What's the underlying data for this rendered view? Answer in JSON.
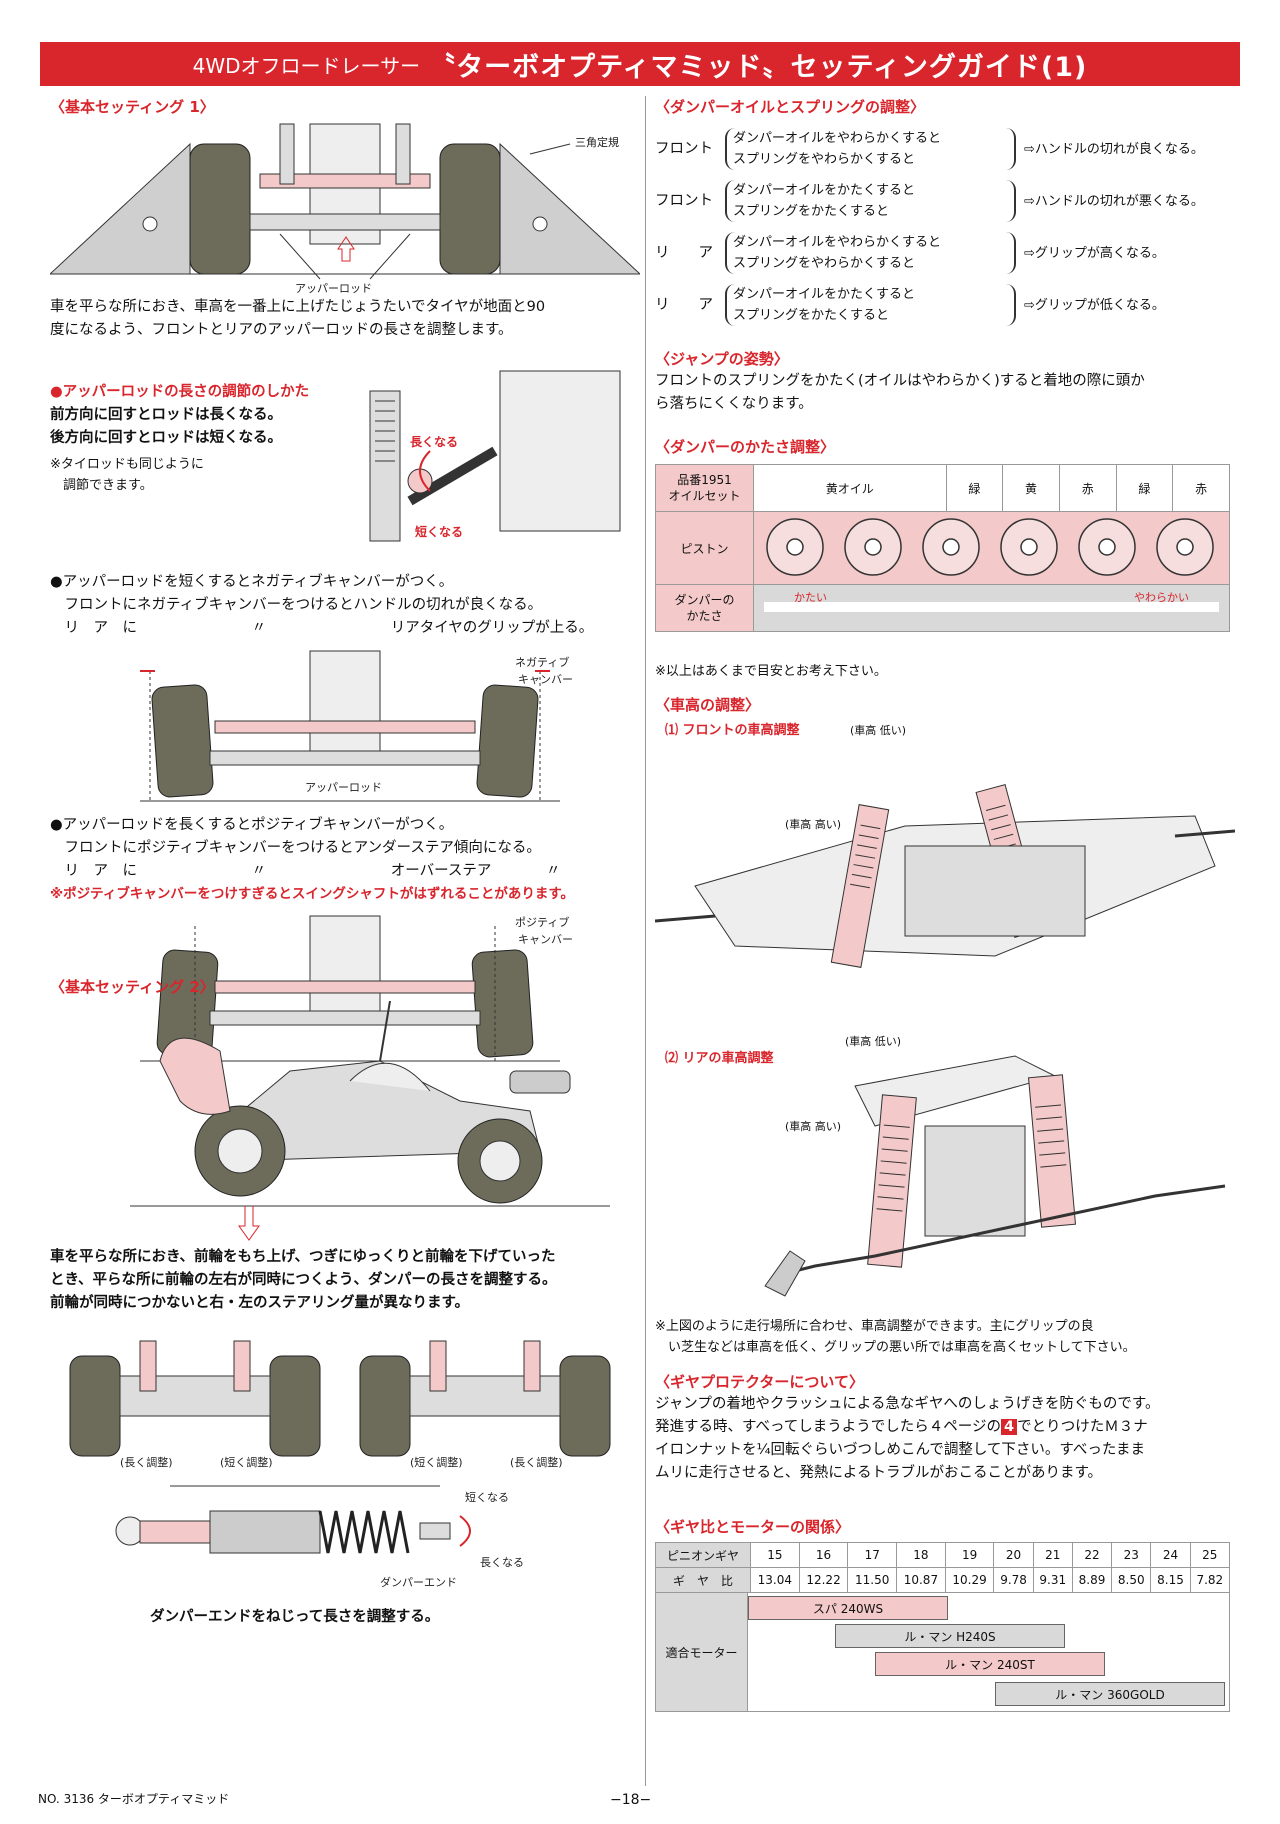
{
  "banner": {
    "prefix": "4WDオフロードレーサー",
    "title": "〝ターボオプティマミッド〟セッティングガイド(1)"
  },
  "left": {
    "basic1": {
      "heading": "〈基本セッティング 1〉",
      "label_triangle": "三角定規",
      "label_upper_rod": "アッパーロッド",
      "body": [
        "車を平らな所におき、車高を一番上に上げたじょうたいでタイヤが地面と90",
        "度になるよう、フロントとリアのアッパーロッドの長さを調整します。"
      ],
      "adjust_heading": "●アッパーロッドの長さの調節のしかた",
      "adjust_lines": [
        "前方向に回すとロッドは長くなる。",
        "後方向に回すとロッドは短くなる。"
      ],
      "note_lines": [
        "※タイロッドも同じように",
        "　調節できます。"
      ],
      "label_long": "長くなる",
      "label_short": "短くなる"
    },
    "negative": {
      "lines": [
        "●アッパーロッドを短くするとネガティブキャンバーがつく。",
        "　フロントにネガティブキャンバーをつけるとハンドルの切れが良くなる。"
      ],
      "rear_a": "　リ　ア　に",
      "rear_ditto": "〃",
      "rear_b": "リアタイヤのグリップが上る。",
      "label_camber": [
        "ネガティブ",
        "キャンバー"
      ],
      "label_upper_rod": "アッパーロッド"
    },
    "positive": {
      "lines": [
        "●アッパーロッドを長くするとポジティブキャンバーがつく。",
        "　フロントにポジティブキャンバーをつけるとアンダーステア傾向になる。"
      ],
      "rear_a": "　リ　ア　に",
      "rear_ditto": "〃",
      "rear_b": "オーバーステア",
      "rear_ditto2": "〃",
      "warning": "※ポジティブキャンバーをつけすぎるとスイングシャフトがはずれることがあります。",
      "label_camber": [
        "ポジティブ",
        "キャンバー"
      ]
    },
    "basic2": {
      "heading": "〈基本セッティング 2〉",
      "body": [
        "車を平らな所におき、前輪をもち上げ、つぎにゆっくりと前輪を下げていった",
        "とき、平らな所に前輪の左右が同時につくよう、ダンパーの長さを調整する。",
        "前輪が同時につかないと右・左のステアリング量が異なります。"
      ],
      "adj_labels": [
        "(長く調整)",
        "(短く調整)",
        "(短く調整)",
        "(長く調整)"
      ],
      "label_shorter": "短くなる",
      "label_longer": "長くなる",
      "label_end": "ダンパーエンド",
      "caption": "ダンパーエンドをねじって長さを調整する。"
    }
  },
  "right": {
    "oil": {
      "heading": "〈ダンパーオイルとスプリングの調整〉",
      "rows": [
        {
          "pos": "フロント",
          "a": "ダンパーオイルをやわらかくすると",
          "b": "スプリングをやわらかくすると",
          "result": "⇨ハンドルの切れが良くなる。"
        },
        {
          "pos": "フロント",
          "a": "ダンパーオイルをかたくすると",
          "b": "スプリングをかたくすると",
          "result": "⇨ハンドルの切れが悪くなる。"
        },
        {
          "pos": "リ　　ア",
          "a": "ダンパーオイルをやわらかくすると",
          "b": "スプリングをやわらかくすると",
          "result": "⇨グリップが高くなる。"
        },
        {
          "pos": "リ　　ア",
          "a": "ダンパーオイルをかたくすると",
          "b": "スプリングをかたくすると",
          "result": "⇨グリップが低くなる。"
        }
      ]
    },
    "jump": {
      "heading": "〈ジャンプの姿勢〉",
      "body": [
        "フロントのスプリングをかたく(オイルはやわらかく)すると着地の際に頭か",
        "ら落ちにくくなります。"
      ]
    },
    "hardness": {
      "heading": "〈ダンパーのかたさ調整〉",
      "row1_label": [
        "品番1951",
        "オイルセット"
      ],
      "oils": [
        "黄オイル",
        "緑",
        "黄",
        "赤",
        "緑",
        "赤"
      ],
      "row2_label": "ピストン",
      "row3_label": [
        "ダンパーの",
        "かたさ"
      ],
      "hard": "かたい",
      "soft": "やわらかい",
      "note": "※以上はあくまで目安とお考え下さい。"
    },
    "height": {
      "heading": "〈車高の調整〉",
      "front_title": "⑴ フロントの車高調整",
      "low": "(車高 低い)",
      "high": "(車高 高い)",
      "rear_title": "⑵ リアの車高調整",
      "note": [
        "※上図のように走行場所に合わせ、車高調整ができます。主にグリップの良",
        "　い芝生などは車高を低く、グリップの悪い所では車高を高くセットして下さい。"
      ]
    },
    "protector": {
      "heading": "〈ギヤプロテクターについて〉",
      "body": [
        "ジャンプの着地やクラッシュによる急なギヤへのしょうげきを防ぐものです。",
        "発進する時、すべってしまうようでしたら４ページの",
        "でとりつけたＭ３ナ",
        "イロンナットを¼回転ぐらいづつしめこんで調整して下さい。すべったまま",
        "ムリに走行させると、発熱によるトラブルがおこることがあります。"
      ],
      "badge": "4"
    },
    "gear": {
      "heading": "〈ギヤ比とモーターの関係〉",
      "pinion_label": "ピニオンギヤ",
      "ratio_label": "ギ　ヤ　比",
      "pinions": [
        "15",
        "16",
        "17",
        "18",
        "19",
        "20",
        "21",
        "22",
        "23",
        "24",
        "25"
      ],
      "ratios": [
        "13.04",
        "12.22",
        "11.50",
        "10.87",
        "10.29",
        "9.78",
        "9.31",
        "8.89",
        "8.50",
        "8.15",
        "7.82"
      ],
      "motor_label": "適合モーター",
      "motors": [
        "スパ 240WS",
        "ル・マン H240S",
        "ル・マン 240ST",
        "ル・マン 360GOLD"
      ]
    }
  },
  "footer": {
    "left": "NO. 3136 ターボオプティマミッド",
    "page": "−18−"
  }
}
